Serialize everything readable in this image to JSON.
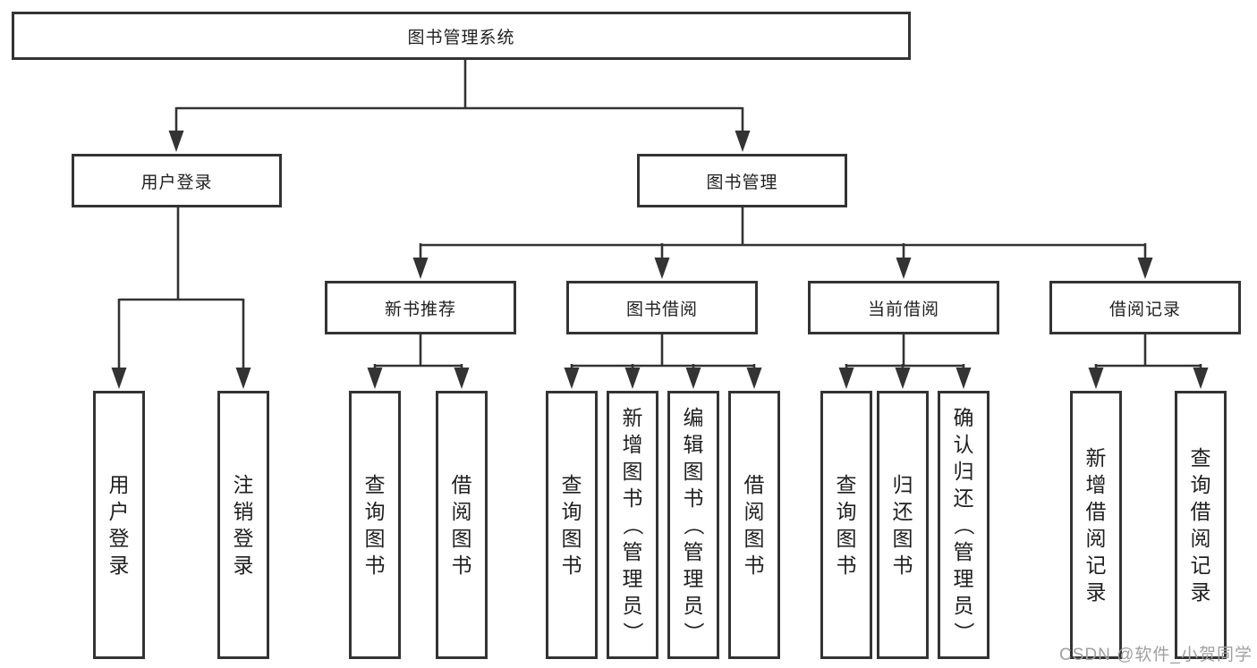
{
  "diagram": {
    "line_color": "#333333",
    "text_color": "#1f1f1f",
    "root": {
      "label": "图书管理系统"
    },
    "level1": [
      {
        "label": "用户登录"
      },
      {
        "label": "图书管理"
      }
    ],
    "level2": [
      {
        "label": "新书推荐"
      },
      {
        "label": "图书借阅"
      },
      {
        "label": "当前借阅"
      },
      {
        "label": "借阅记录"
      }
    ],
    "leaves": [
      {
        "label": "用户登录"
      },
      {
        "label": "注销登录"
      },
      {
        "label": "查询图书"
      },
      {
        "label": "借阅图书"
      },
      {
        "label": "查询图书"
      },
      {
        "label": "新增图书（管理员）"
      },
      {
        "label": "编辑图书（管理员）"
      },
      {
        "label": "借阅图书"
      },
      {
        "label": "查询图书"
      },
      {
        "label": "归还图书"
      },
      {
        "label": "确认归还（管理员）"
      },
      {
        "label": "新增借阅记录"
      },
      {
        "label": "查询借阅记录"
      }
    ]
  },
  "watermark": {
    "text": "CSDN @软件_小贺同学",
    "color": "#a0a0a0"
  }
}
